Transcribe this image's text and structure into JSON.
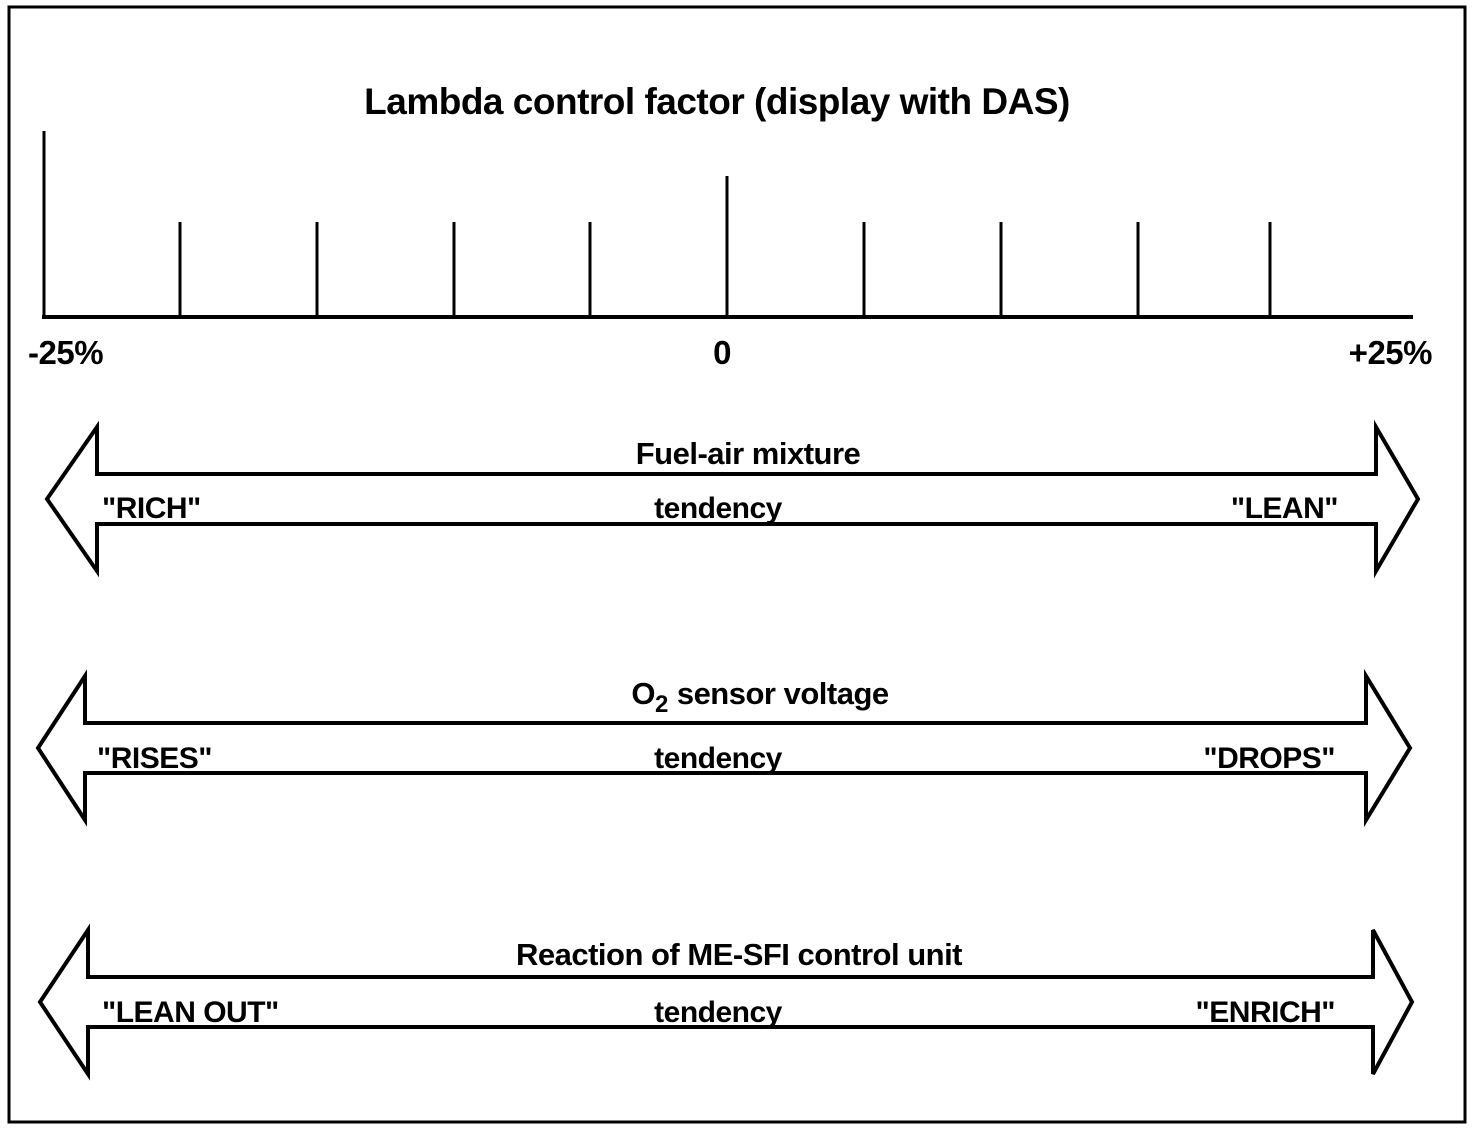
{
  "figure": {
    "title": "Lambda control factor (display with DAS)"
  },
  "scale": {
    "left_label": "-25%",
    "center_label": "0",
    "right_label": "+25%"
  },
  "arrows": [
    {
      "title": "Fuel-air mixture",
      "left": "\"RICH\"",
      "center": "tendency",
      "right": "\"LEAN\""
    },
    {
      "title_o": "O",
      "title_sub": "2",
      "title_rest": "sensor voltage",
      "left": "\"RISES\"",
      "center": "tendency",
      "right": "\"DROPS\""
    },
    {
      "title": "Reaction of ME-SFI control unit",
      "left": "\"LEAN OUT\"",
      "center": "tendency",
      "right": "\"ENRICH\""
    }
  ],
  "colors": {
    "ink": "#000000",
    "background": "#ffffff"
  }
}
